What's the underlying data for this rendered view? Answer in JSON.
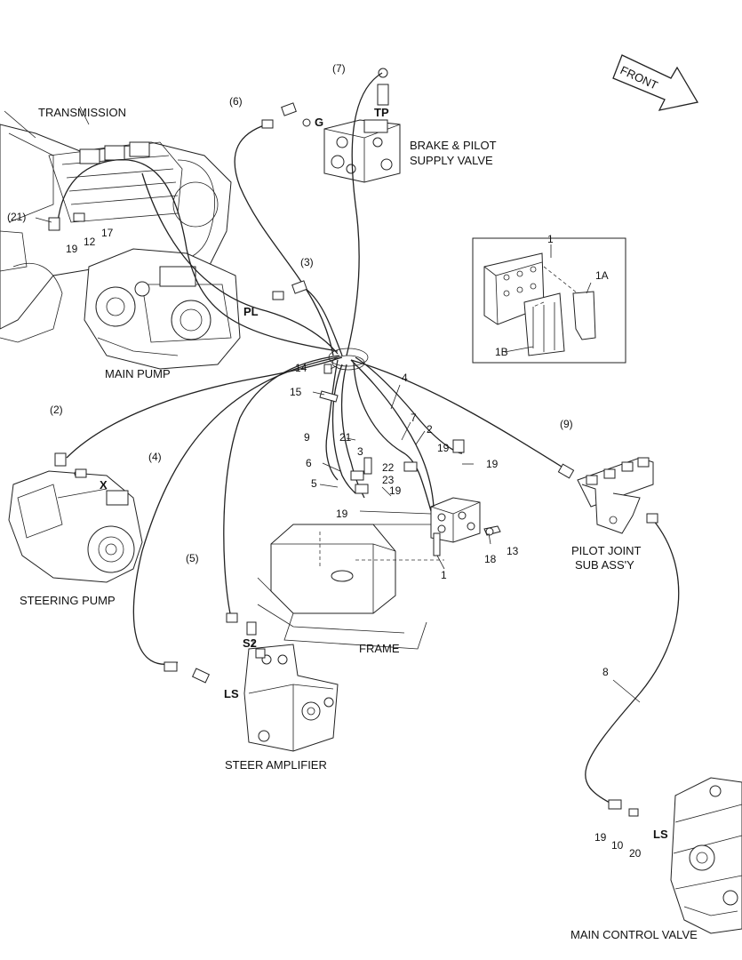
{
  "labels": {
    "transmission": "TRANSMISSION",
    "main_pump": "MAIN PUMP",
    "steering_pump": "STEERING PUMP",
    "brake_pilot_1": "BRAKE & PILOT",
    "brake_pilot_2": "SUPPLY VALVE",
    "pilot_joint_1": "PILOT JOINT",
    "pilot_joint_2": "SUB ASS'Y",
    "frame": "FRAME",
    "steer_amplifier": "STEER AMPLIFIER",
    "main_control_valve": "MAIN CONTROL VALVE",
    "front": "FRONT"
  },
  "ports": {
    "g": "G",
    "tp": "TP",
    "pl": "PL",
    "x": "X",
    "s2": "S2",
    "ls_steer": "LS",
    "ls_mcv": "LS"
  },
  "callouts": {
    "c7": "(7)",
    "c6": "(6)",
    "c21p": "(21)",
    "c3p": "(3)",
    "c2p": "(2)",
    "c4p": "(4)",
    "c5p": "(5)",
    "c9p": "(9)",
    "n12": "12",
    "n17": "17",
    "n19a": "19",
    "n14": "14",
    "n15": "15",
    "n4": "4",
    "n7": "7",
    "n2": "2",
    "n9": "9",
    "n21": "21",
    "n3": "3",
    "n19b": "19",
    "n19c": "19",
    "n6": "6",
    "n22": "22",
    "n5": "5",
    "n23": "23",
    "n19d": "19",
    "n19e": "19",
    "n13": "13",
    "n18": "18",
    "n1": "1",
    "n8": "8",
    "n19f": "19",
    "n10": "10",
    "n20": "20",
    "inset_1": "1",
    "inset_1a": "1A",
    "inset_1b": "1B"
  }
}
